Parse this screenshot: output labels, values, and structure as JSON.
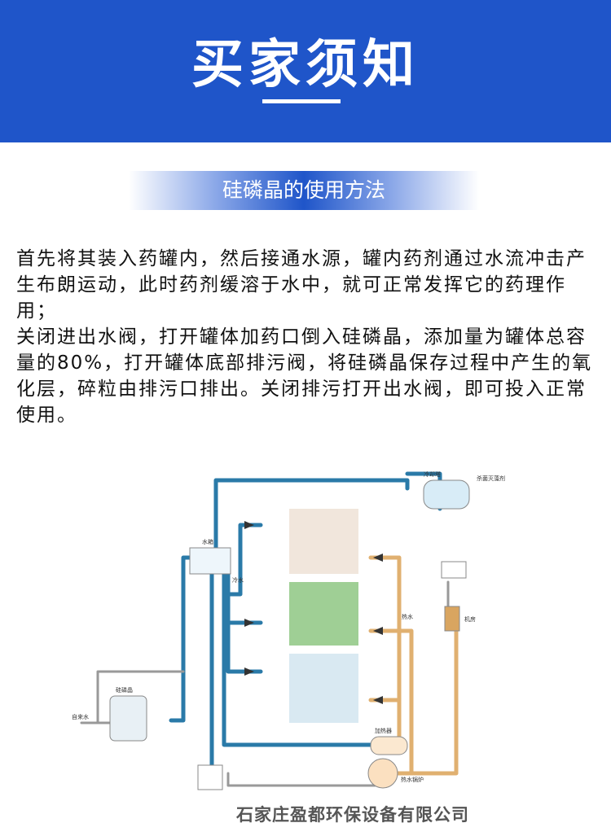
{
  "header": {
    "title": "买家须知"
  },
  "section": {
    "title": "硅磷晶的使用方法"
  },
  "body": {
    "paragraphs": [
      "首先将其装入药罐内，然后接通水源，罐内药剂通过水流冲击产生布朗运动，此时药剂缓溶于水中，就可正常发挥它的药理作用；",
      "关闭进出水阀，打开罐体加药口倒入硅磷晶，添加量为罐体总容量的80%，打开罐体底部排污阀，将硅磷晶保存过程中产生的氧化层，碎粒由排污口排出。关闭排污打开出水阀，即可投入正常使用。"
    ]
  },
  "diagram": {
    "labels": {
      "cooling_tower": "冷却塔",
      "sterilizer": "杀菌灭藻剂",
      "water_tank": "水箱",
      "cold_water": "冷水",
      "hot_water": "热水",
      "machine_room": "机房",
      "heater": "加热器",
      "boiler": "热水锅炉",
      "silicon_phosphate": "硅磷晶",
      "tap_water": "自来水"
    },
    "colors": {
      "cold_pipe": "#2a7aa8",
      "hot_pipe": "#e0b070"
    }
  },
  "watermark": {
    "company": "石家庄盈都环保设备有限公司"
  }
}
